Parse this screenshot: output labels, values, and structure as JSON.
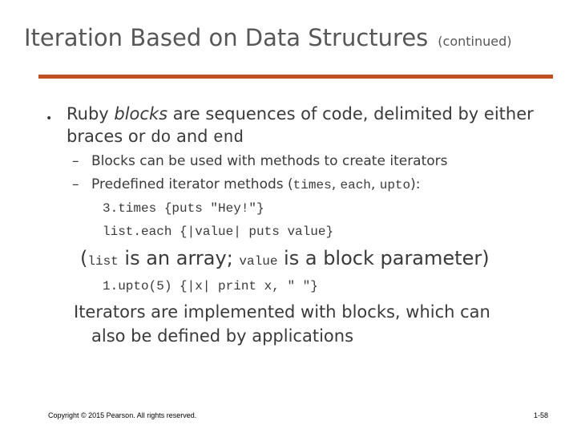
{
  "title": {
    "main": "Iteration Based on Data Structures",
    "subtitle": "(continued)"
  },
  "bullet": {
    "marker": "•",
    "part1": "Ruby ",
    "emph": "blocks",
    "part2": " are sequences of code, delimited by either braces or ",
    "kw_do": "do",
    "part3": " and ",
    "kw_end": "end"
  },
  "sub1": {
    "dash": "–",
    "text": "Blocks can be used with methods to create iterators"
  },
  "sub2": {
    "dash": "–",
    "text": "Predefined iterator methods (",
    "m1": "times",
    "sep1": ", ",
    "m2": "each",
    "sep2": ", ",
    "m3": "upto",
    "end": "):"
  },
  "code": {
    "line1": "3.times {puts \"Hey!\"}",
    "line2": "list.each {|value| puts value}",
    "line3": "1.upto(5) {|x| print x, \" \"}"
  },
  "paren": {
    "open": "(",
    "list": "list",
    "t1": " is an array; ",
    "value": "value",
    "t2": " is a block parameter)"
  },
  "iterators": {
    "line1": "Iterators are implemented with blocks, which can",
    "line2": "also be defined by applications"
  },
  "footer": {
    "copyright": "Copyright © 2015 Pearson. All rights reserved.",
    "page": "1-58"
  }
}
